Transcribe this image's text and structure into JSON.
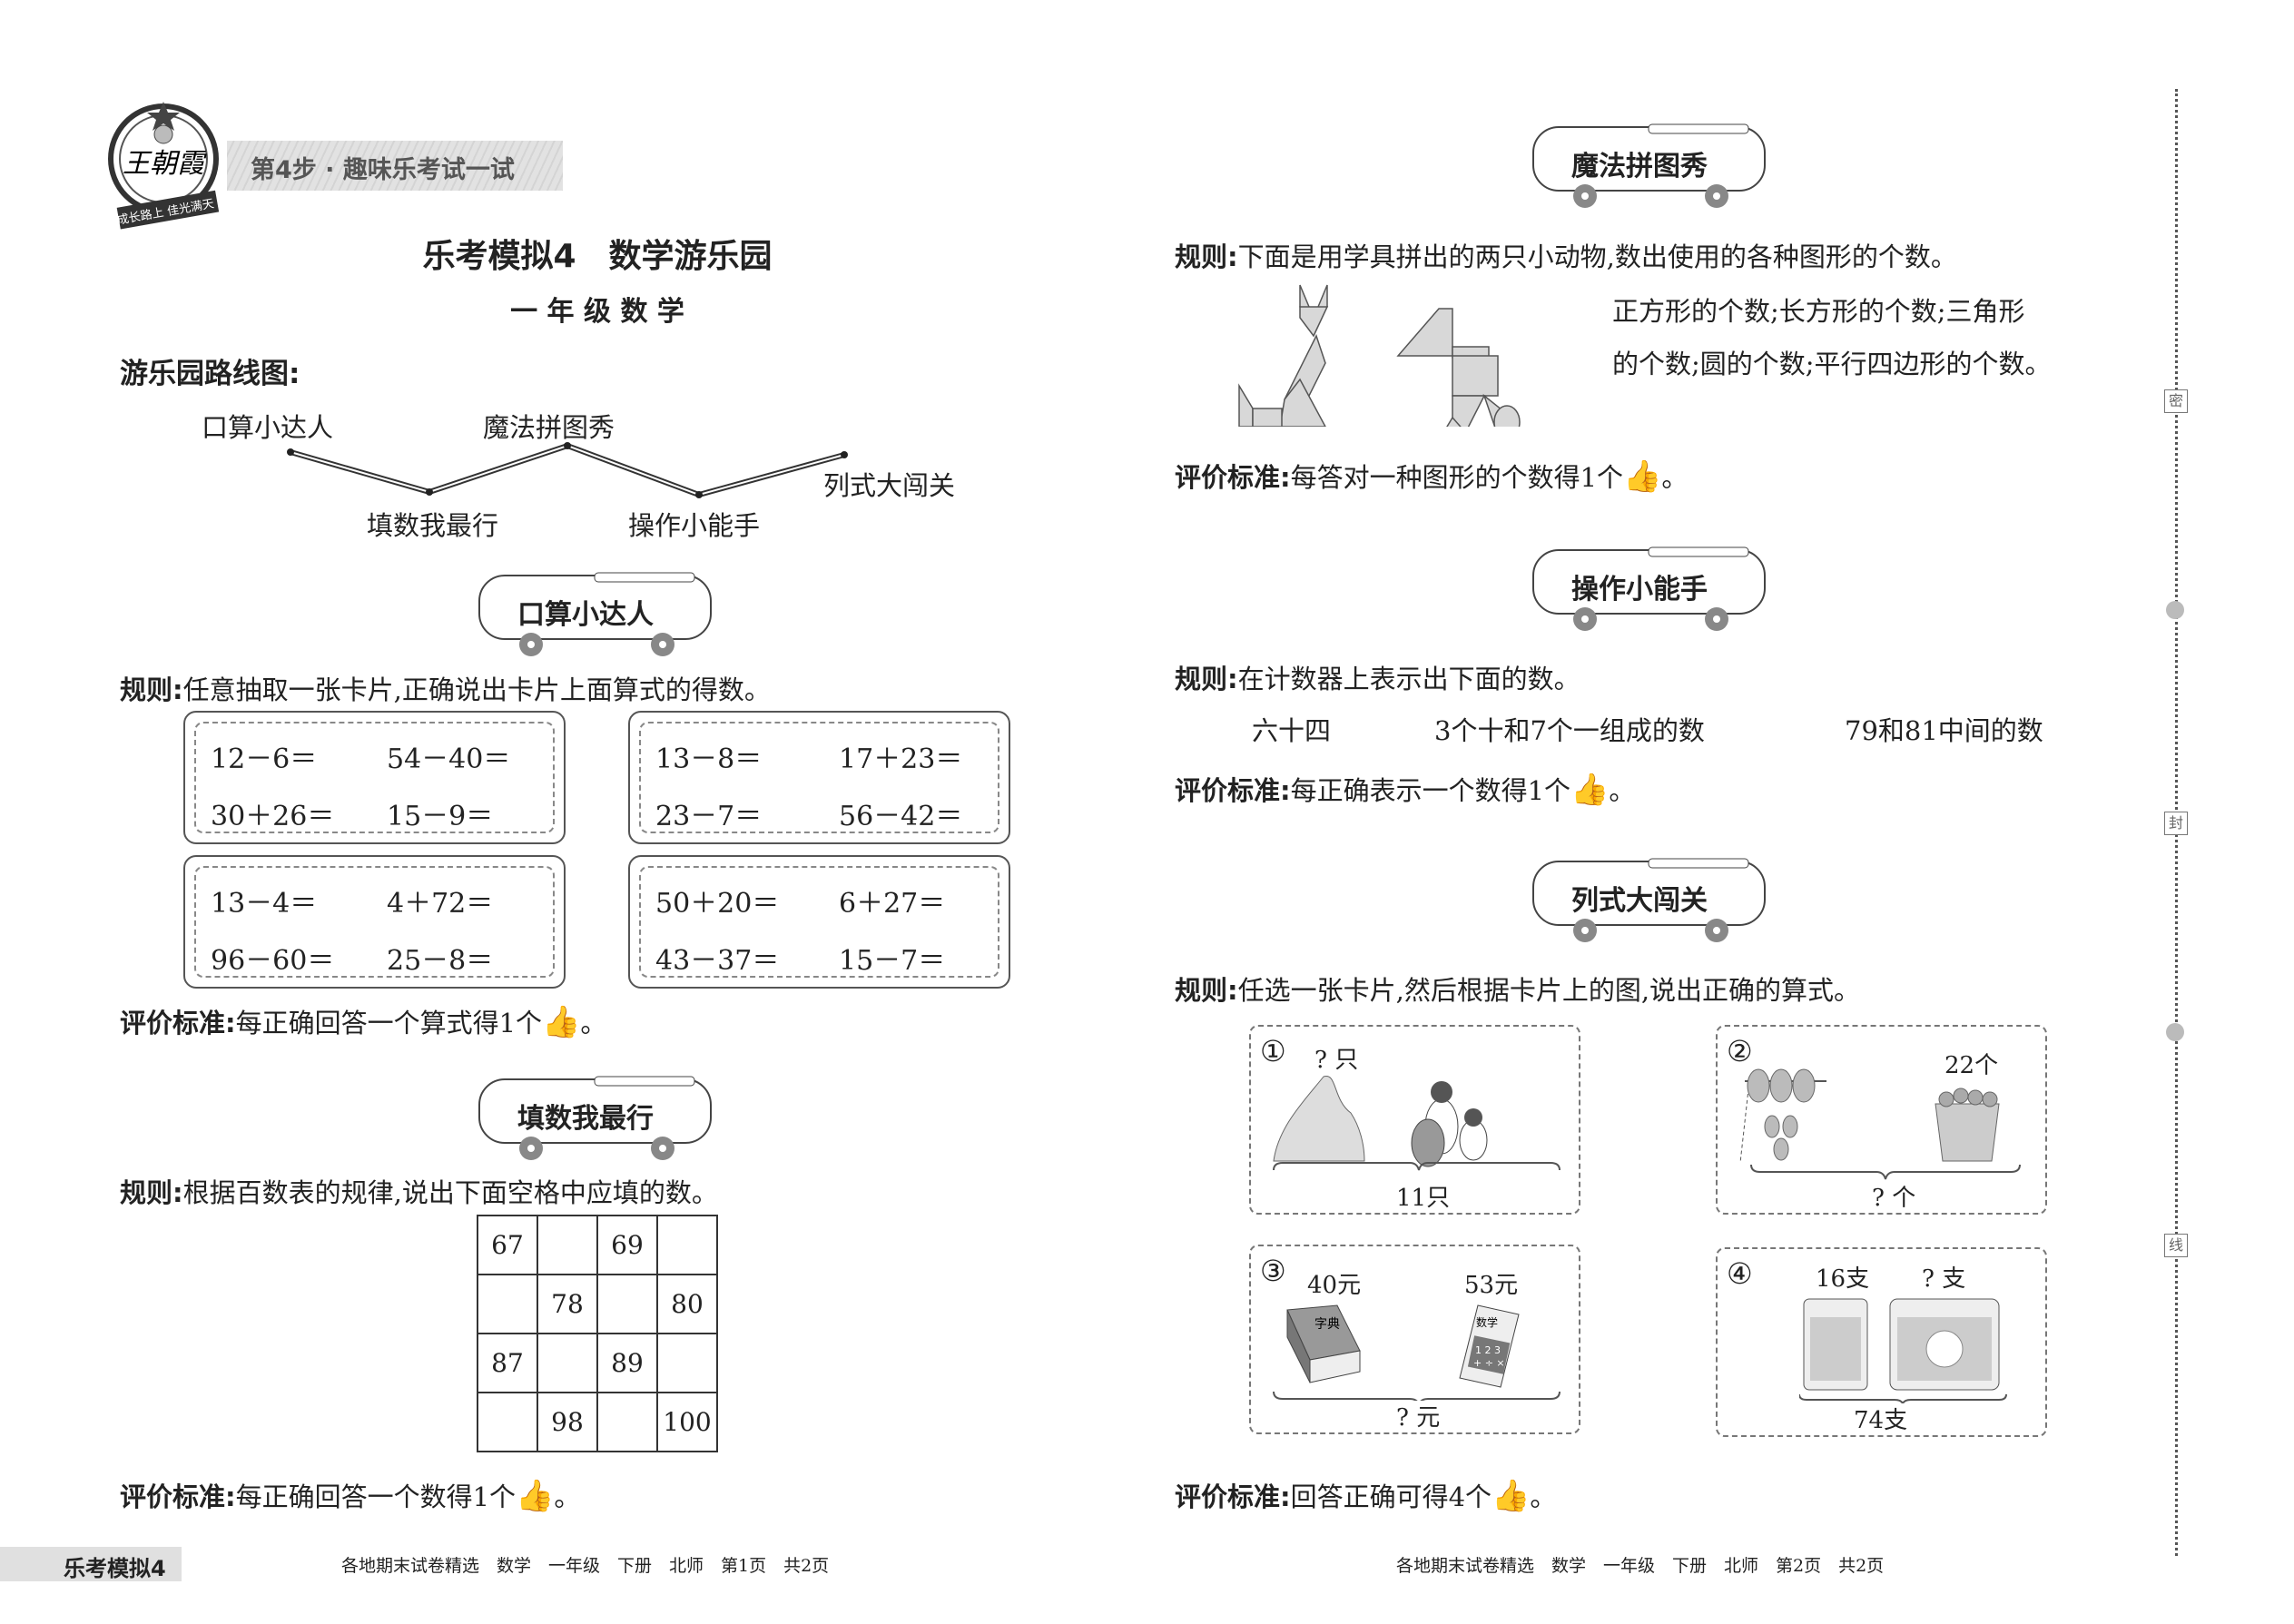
{
  "header": {
    "logo_text": "王朝霞",
    "logo_slogans": [
      "成长路上",
      "佳光满天"
    ],
    "step_label": "第4步 · 趣味乐考试一试"
  },
  "left_page": {
    "title": "乐考模拟4　数学游乐园",
    "subtitle": "一 年 级 数 学",
    "route_heading": "游乐园路线图:",
    "route_stops": [
      "口算小达人",
      "填数我最行",
      "魔法拼图秀",
      "操作小能手",
      "列式大闯关"
    ],
    "section1": {
      "name": "口算小达人",
      "rule_label": "规则:",
      "rule": "任意抽取一张卡片,正确说出卡片上面算式的得数。",
      "cards": [
        [
          "12－6＝",
          "54－40＝",
          "30＋26＝",
          "15－9＝"
        ],
        [
          "13－8＝",
          "17＋23＝",
          "23－7＝",
          "56－42＝"
        ],
        [
          "13－4＝",
          "4＋72＝",
          "96－60＝",
          "25－8＝"
        ],
        [
          "50＋20＝",
          "6＋27＝",
          "43－37＝",
          "15－7＝"
        ]
      ],
      "criteria_label": "评价标准:",
      "criteria": "每正确回答一个算式得1个"
    },
    "section2": {
      "name": "填数我最行",
      "rule_label": "规则:",
      "rule": "根据百数表的规律,说出下面空格中应填的数。",
      "grid": [
        [
          "67",
          "",
          "69",
          ""
        ],
        [
          "",
          "78",
          "",
          "80"
        ],
        [
          "87",
          "",
          "89",
          ""
        ],
        [
          "",
          "98",
          "",
          "100"
        ]
      ],
      "criteria_label": "评价标准:",
      "criteria": "每正确回答一个数得1个"
    },
    "footer_badge": "乐考模拟4",
    "footer": "各地期末试卷精选　数学　一年级　下册　北师　第1页　共2页"
  },
  "right_page": {
    "section3": {
      "name": "魔法拼图秀",
      "rule_label": "规则:",
      "rule": "下面是用学具拼出的两只小动物,数出使用的各种图形的个数。",
      "questions_line1": "正方形的个数;长方形的个数;三角形",
      "questions_line2": "的个数;圆的个数;平行四边形的个数。",
      "criteria_label": "评价标准:",
      "criteria": "每答对一种图形的个数得1个"
    },
    "section4": {
      "name": "操作小能手",
      "rule_label": "规则:",
      "rule": "在计数器上表示出下面的数。",
      "numbers": [
        "六十四",
        "3个十和7个一组成的数",
        "79和81中间的数"
      ],
      "criteria_label": "评价标准:",
      "criteria": "每正确表示一个数得1个"
    },
    "section5": {
      "name": "列式大闯关",
      "rule_label": "规则:",
      "rule": "任选一张卡片,然后根据卡片上的图,说出正确的算式。",
      "cards": [
        {
          "num": "①",
          "top_left": "? 只",
          "top_right": "",
          "bottom": "11只"
        },
        {
          "num": "②",
          "top_left": "",
          "top_right": "22个",
          "bottom": "? 个"
        },
        {
          "num": "③",
          "top_left": "40元",
          "top_right": "53元",
          "bottom": "? 元"
        },
        {
          "num": "④",
          "top_left": "16支",
          "top_right": "? 支",
          "bottom": "74支"
        }
      ],
      "book_labels": [
        "字典",
        "数学",
        "1 2 3",
        "+ ÷ ×"
      ],
      "criteria_label": "评价标准:",
      "criteria": "回答正确可得4个"
    },
    "footer": "各地期末试卷精选　数学　一年级　下册　北师　第2页　共2页"
  },
  "binding_margin": [
    "密",
    "封",
    "线"
  ],
  "period": "。"
}
